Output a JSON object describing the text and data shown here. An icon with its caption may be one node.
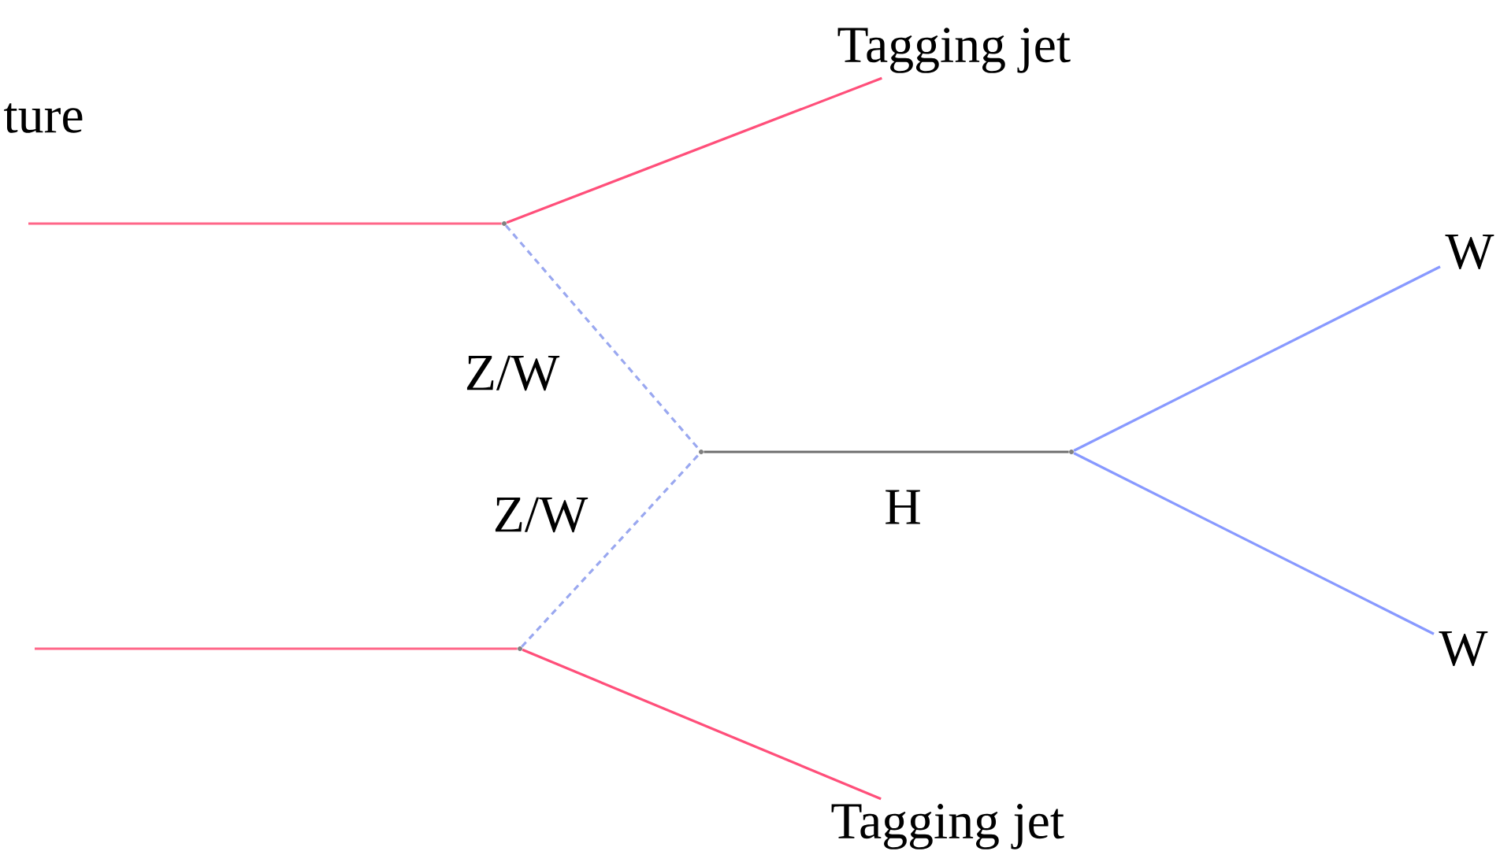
{
  "diagram": {
    "nodes": [
      {
        "text": [
          "Tagging jet"
        ]
      },
      {
        "text": [],
        "shape": "point"
      },
      {
        "text": [
          "W"
        ]
      },
      {
        "text": [],
        "shape": "point"
      },
      {
        "text": [],
        "shape": "point"
      },
      {
        "text": [
          "W"
        ]
      },
      {
        "text": [],
        "shape": "point"
      },
      {
        "text": [
          "Tagging jet"
        ]
      }
    ],
    "edges": [
      {
        "from": null,
        "to": 1,
        "arrow": "none",
        "color": "#ff6688"
      },
      {
        "from": 1,
        "to": 0,
        "arrow": "none",
        "color": "#ff4f7a"
      },
      {
        "from": 1,
        "to": 3,
        "arrow": "none",
        "label": "Z/W",
        "style": "dashed",
        "color": "#9aa8f0"
      },
      {
        "from": 6,
        "to": 3,
        "arrow": "none",
        "label": "Z/W",
        "style": "dashed",
        "color": "#9aa8f0"
      },
      {
        "from": null,
        "to": 6,
        "arrow": "none",
        "color": "#ff6688"
      },
      {
        "from": 6,
        "to": 7,
        "arrow": "none",
        "color": "#ff4f7a"
      },
      {
        "from": 3,
        "to": 4,
        "arrow": "none",
        "label": "H",
        "color": "#6e6e6e"
      },
      {
        "from": 4,
        "to": 2,
        "arrow": "none",
        "color": "#8899ff"
      },
      {
        "from": 4,
        "to": 5,
        "arrow": "none",
        "color": "#8899ff"
      }
    ],
    "labels": [
      "ture"
    ]
  }
}
